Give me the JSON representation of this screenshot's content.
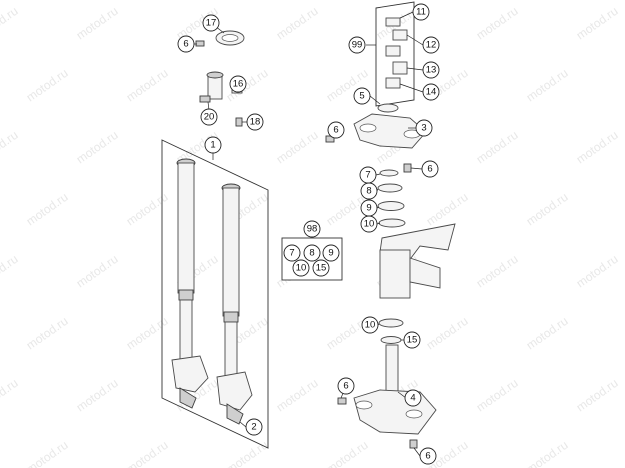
{
  "diagram": {
    "watermark": "motod.ru",
    "callouts": [
      {
        "id": "c17",
        "label": "17"
      },
      {
        "id": "c6a",
        "label": "6"
      },
      {
        "id": "c16",
        "label": "16"
      },
      {
        "id": "c20",
        "label": "20"
      },
      {
        "id": "c18",
        "label": "18"
      },
      {
        "id": "c1",
        "label": "1"
      },
      {
        "id": "c98",
        "label": "98"
      },
      {
        "id": "k7",
        "label": "7"
      },
      {
        "id": "k8",
        "label": "8"
      },
      {
        "id": "k9",
        "label": "9"
      },
      {
        "id": "k10",
        "label": "10"
      },
      {
        "id": "k15",
        "label": "15"
      },
      {
        "id": "c2",
        "label": "2"
      },
      {
        "id": "c11",
        "label": "11"
      },
      {
        "id": "c99",
        "label": "99"
      },
      {
        "id": "c12",
        "label": "12"
      },
      {
        "id": "c13",
        "label": "13"
      },
      {
        "id": "c14",
        "label": "14"
      },
      {
        "id": "c5",
        "label": "5"
      },
      {
        "id": "c3",
        "label": "3"
      },
      {
        "id": "c6b",
        "label": "6"
      },
      {
        "id": "c6c",
        "label": "6"
      },
      {
        "id": "c7",
        "label": "7"
      },
      {
        "id": "c8",
        "label": "8"
      },
      {
        "id": "c9",
        "label": "9"
      },
      {
        "id": "c10a",
        "label": "10"
      },
      {
        "id": "c10b",
        "label": "10"
      },
      {
        "id": "c15",
        "label": "15"
      },
      {
        "id": "c4",
        "label": "4"
      },
      {
        "id": "c6d",
        "label": "6"
      },
      {
        "id": "c6e",
        "label": "6"
      }
    ]
  }
}
